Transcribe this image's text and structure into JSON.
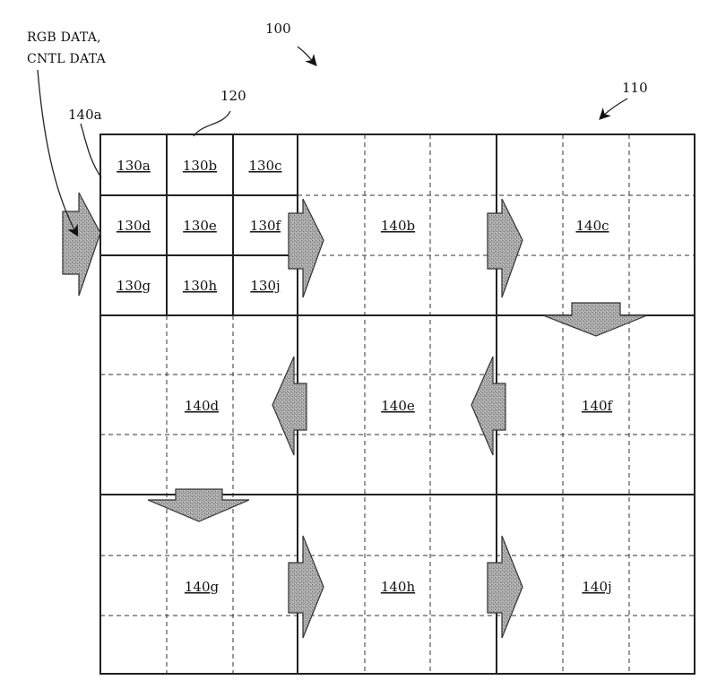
{
  "figure": {
    "ref_main": "100",
    "ref_panel": "110",
    "ref_tile": "120",
    "ref_input_tile": "140a",
    "input_label_line1": "RGB DATA,",
    "input_label_line2": "CNTL DATA"
  },
  "cells": [
    "130a",
    "130b",
    "130c",
    "130d",
    "130e",
    "130f",
    "130g",
    "130h",
    "130j"
  ],
  "tiles": [
    "140b",
    "140c",
    "140d",
    "140e",
    "140f",
    "140g",
    "140h",
    "140j"
  ],
  "colors": {
    "line": "#222222",
    "arrow_fill": "#9a9a9a",
    "background": "#ffffff"
  }
}
